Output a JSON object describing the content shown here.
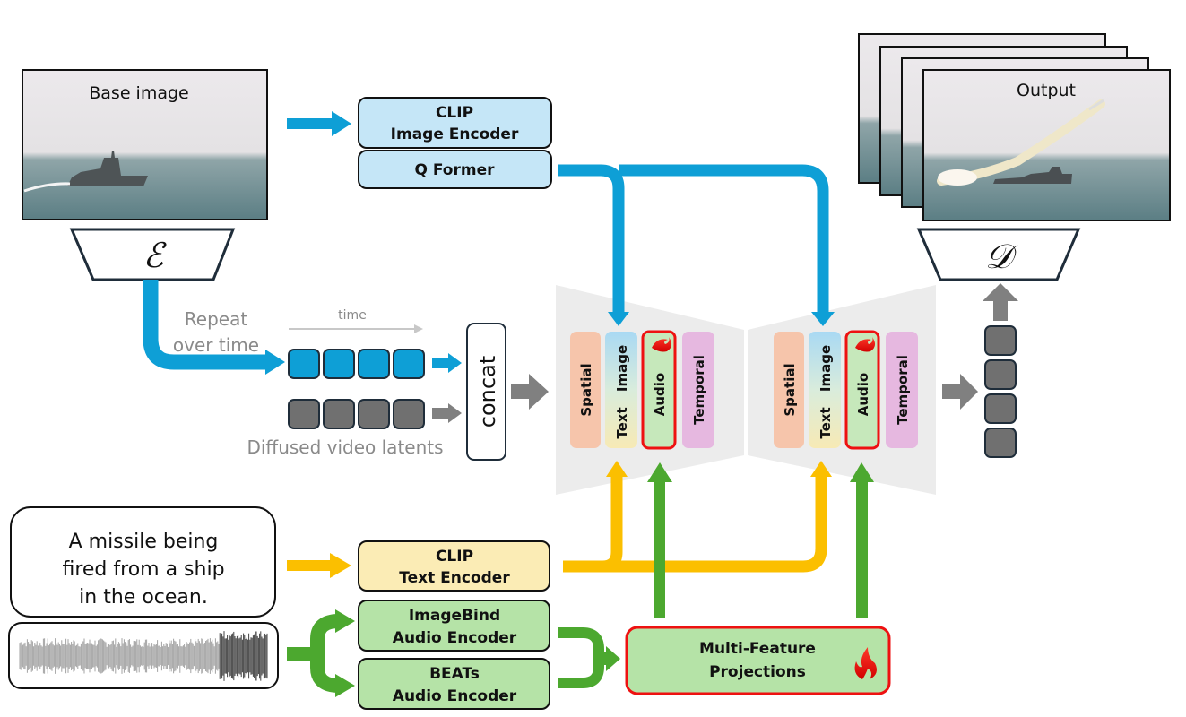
{
  "colors": {
    "image_blue": "#0e9fd6",
    "image_box": "#c5e6f7",
    "text_yellow": "#fbbf00",
    "text_box": "#fbecb5",
    "audio_green": "#4ca82f",
    "audio_box": "#b5e3a7",
    "gray_arrow": "#808080",
    "latent_gray": "#707070",
    "unet_bg": "#ececec",
    "spatial": "#f6c5ab",
    "temporal": "#e6b8e0",
    "trainable_red": "#ee1111",
    "outline": "#1f2d3a"
  },
  "base_image": {
    "label": "Base image"
  },
  "encoder": {
    "symbol": "ℰ"
  },
  "decoder": {
    "symbol": "𝒟"
  },
  "output_image": {
    "label": "Output",
    "stack_count": 4
  },
  "image_encoder": {
    "line1": "CLIP",
    "line2": "Image Encoder"
  },
  "qformer": {
    "label": "Q Former"
  },
  "repeat": {
    "line1": "Repeat",
    "line2": "over time"
  },
  "time_axis": {
    "label": "time"
  },
  "latents": {
    "repeated_count": 4,
    "diffused_count": 4,
    "diffused_label": "Diffused video latents"
  },
  "concat": {
    "label": "concat"
  },
  "unet_blocks": [
    {
      "spatial": "Spatial",
      "text": "Text",
      "image": "Image",
      "audio": "Audio",
      "temporal": "Temporal"
    },
    {
      "spatial": "Spatial",
      "text": "Text",
      "image": "Image",
      "audio": "Audio",
      "temporal": "Temporal"
    }
  ],
  "output_latents": {
    "count": 4
  },
  "prompt": {
    "line1": "A missile being",
    "line2": "fired from a ship",
    "line3": "in the ocean."
  },
  "text_encoder": {
    "line1": "CLIP",
    "line2": "Text Encoder"
  },
  "imagebind": {
    "line1": "ImageBind",
    "line2": "Audio Encoder"
  },
  "beats": {
    "line1": "BEATs",
    "line2": "Audio Encoder"
  },
  "projections": {
    "line1": "Multi-Feature",
    "line2": "Projections"
  },
  "icons": {
    "trainable": "flame-icon",
    "audio_input": "waveform-icon"
  }
}
